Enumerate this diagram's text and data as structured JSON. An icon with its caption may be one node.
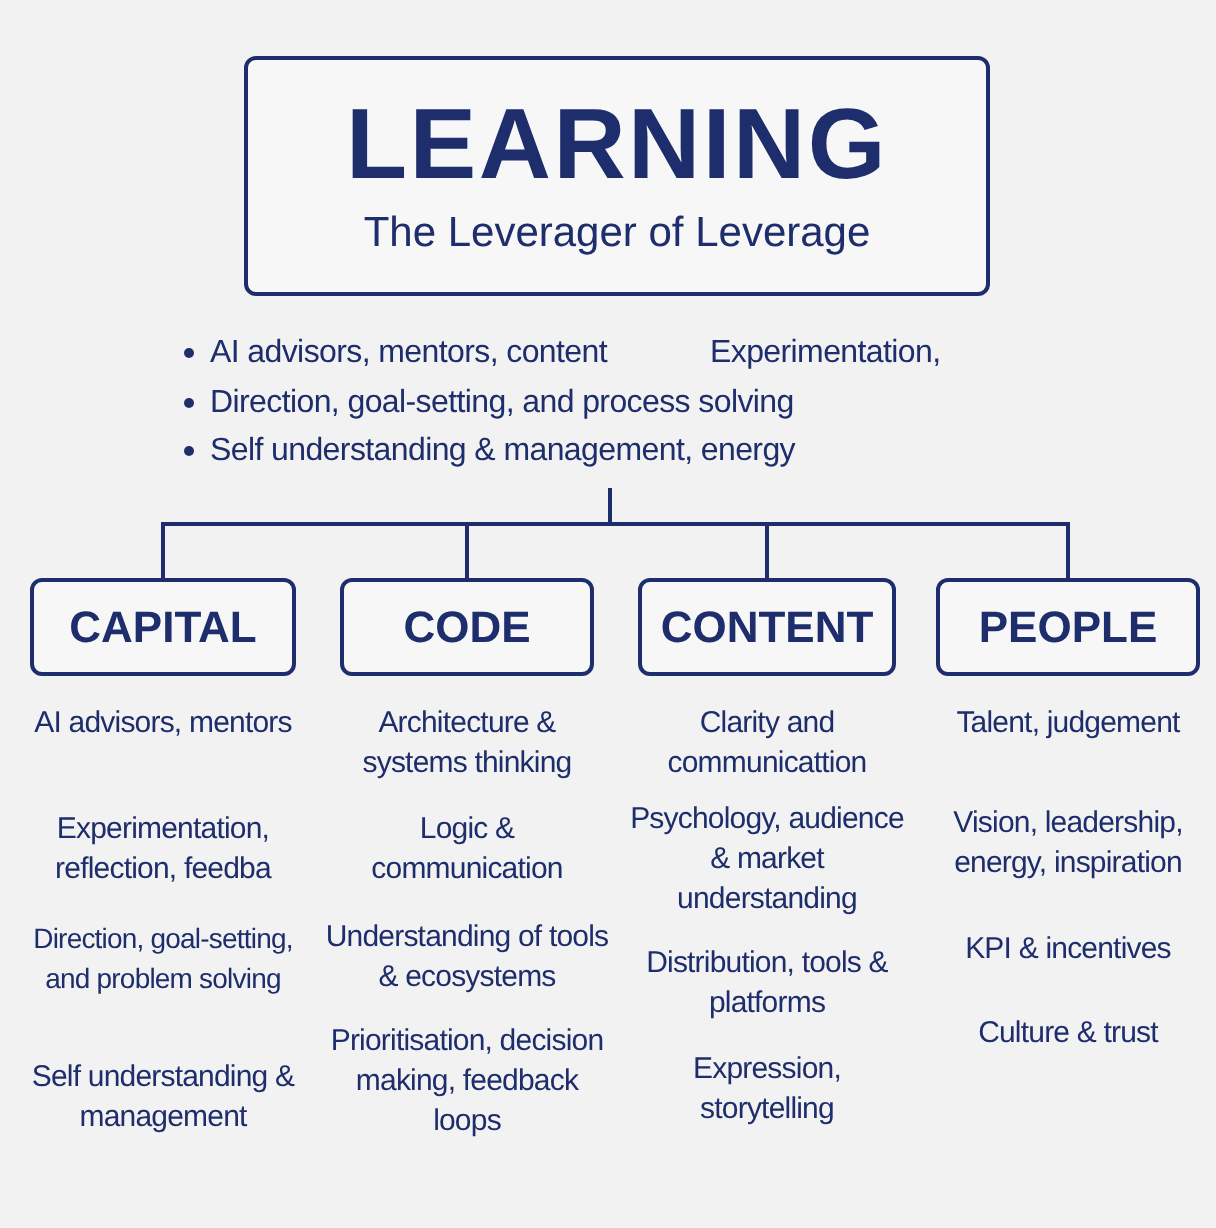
{
  "diagram": {
    "nodes": [
      {
        "text": [
          "LEARNING",
          "The Leverager of Leverage"
        ]
      },
      {
        "text": [
          "AI advisors, mentors, content",
          "Experimentation,",
          "Direction, goal-setting, and process solving",
          "Self understanding & management, energy"
        ]
      },
      {
        "text": [
          "CAPITAL"
        ],
        "beside": [
          "AI advisors, mentors",
          "Experimentation, reflection, feedba",
          "Direction, goal-setting, and problem solving",
          "Self understanding & management"
        ]
      },
      {
        "text": [
          "CODE"
        ],
        "beside": [
          "Architecture & systems thinking",
          "Logic & communication",
          "Understanding of tools & ecosystems",
          "Prioritisation, decision making, feedback loops"
        ]
      },
      {
        "text": [
          "CONTENT"
        ],
        "beside": [
          "Clarity and communicattion",
          "Psychology, audience & market understanding",
          "Distribution, tools & platforms",
          "Expression, storytelling"
        ]
      },
      {
        "text": [
          "PEOPLE"
        ],
        "beside": [
          "Talent, judgement",
          "Vision, leadership, energy, inspiration",
          "KPI & incentives",
          "Culture & trust"
        ]
      }
    ],
    "edges": [
      {
        "from": 1,
        "to": 2,
        "arrow": "none"
      },
      {
        "from": 1,
        "to": 3,
        "arrow": "none"
      },
      {
        "from": 1,
        "to": 4,
        "arrow": "none"
      },
      {
        "from": 1,
        "to": 5,
        "arrow": "none"
      }
    ]
  }
}
